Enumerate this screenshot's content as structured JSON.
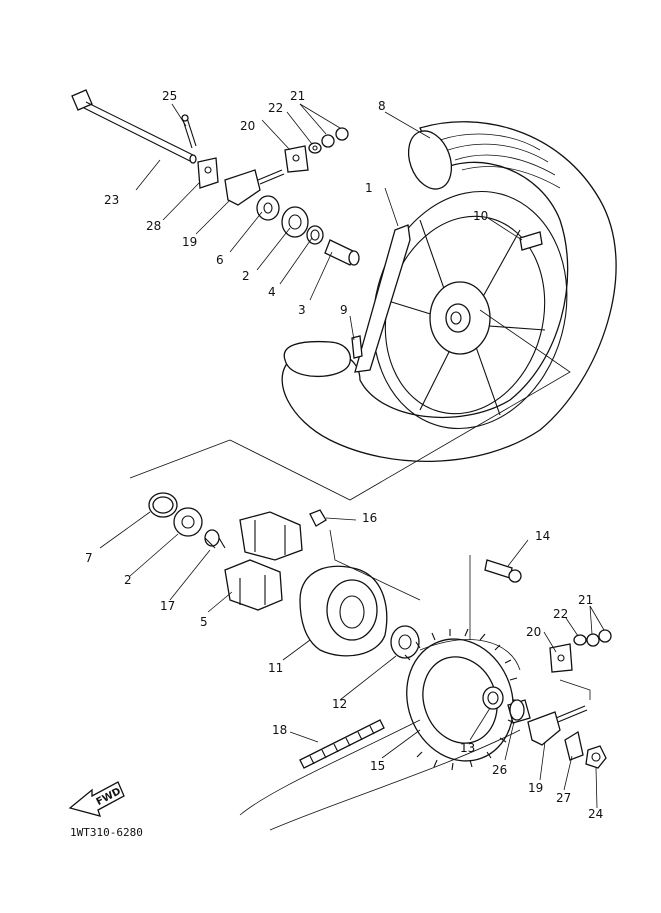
{
  "diagram": {
    "code": "1WT310-6280",
    "fwd_label": "FWD",
    "callouts": [
      "1",
      "2",
      "2",
      "3",
      "4",
      "5",
      "6",
      "7",
      "8",
      "9",
      "10",
      "11",
      "12",
      "13",
      "14",
      "15",
      "16",
      "17",
      "18",
      "19",
      "19",
      "20",
      "20",
      "21",
      "21",
      "22",
      "22",
      "23",
      "24",
      "25",
      "26",
      "27",
      "28"
    ]
  }
}
